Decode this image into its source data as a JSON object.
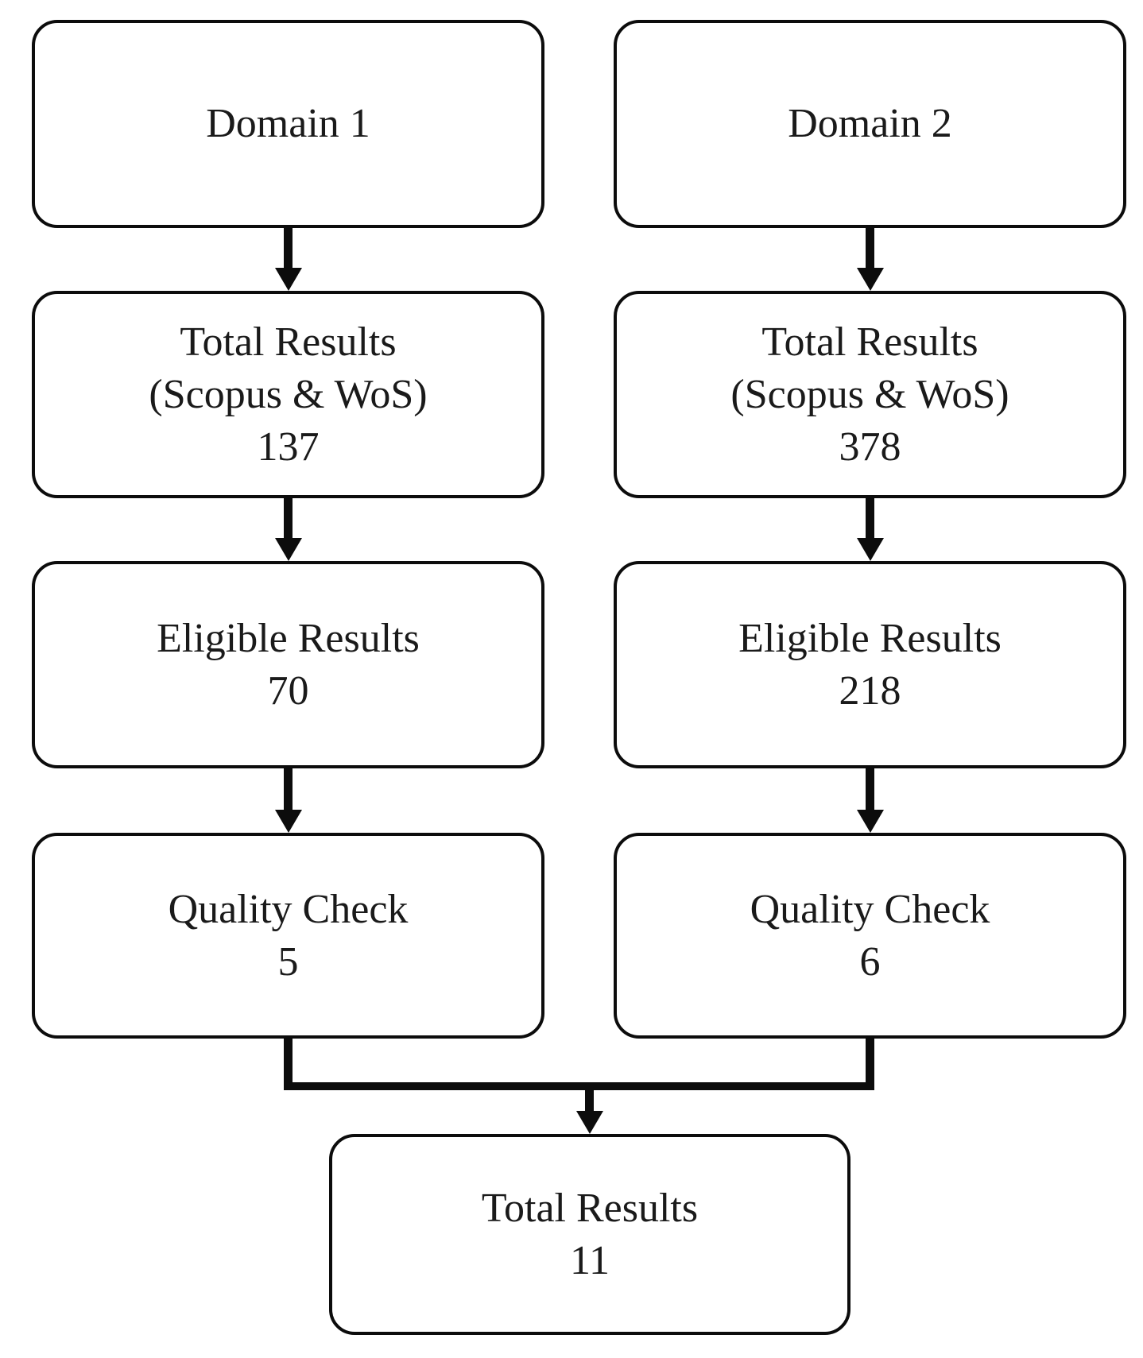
{
  "flowchart": {
    "colors": {
      "background": "#ffffff",
      "box_fill": "#ffffff",
      "line_color": "#0c0c0c",
      "text_color": "#1a1a1a"
    },
    "branches": [
      {
        "nodes": [
          {
            "lines": [
              "Domain 1"
            ]
          },
          {
            "lines": [
              "Total Results",
              "(Scopus & WoS)",
              "137"
            ]
          },
          {
            "lines": [
              "Eligible Results",
              "70"
            ]
          },
          {
            "lines": [
              "Quality Check",
              "5"
            ]
          }
        ]
      },
      {
        "nodes": [
          {
            "lines": [
              "Domain 2"
            ]
          },
          {
            "lines": [
              "Total Results",
              "(Scopus & WoS)",
              "378"
            ]
          },
          {
            "lines": [
              "Eligible Results",
              "218"
            ]
          },
          {
            "lines": [
              "Quality Check",
              "6"
            ]
          }
        ]
      }
    ],
    "merge_node": {
      "lines": [
        "Total Results",
        "11"
      ]
    }
  }
}
